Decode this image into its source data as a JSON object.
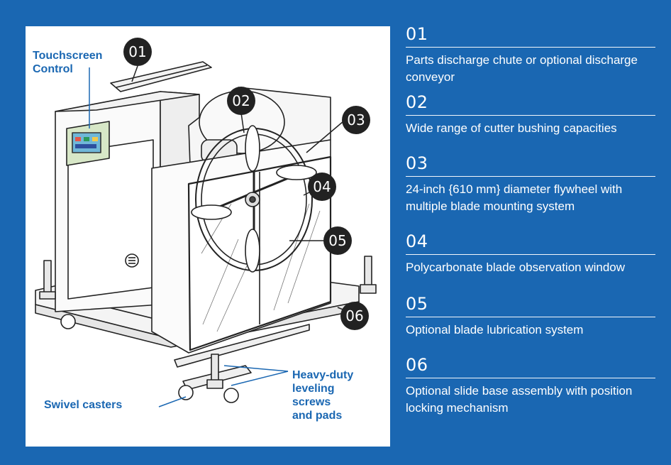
{
  "colors": {
    "background": "#1a67b2",
    "panel": "#ffffff",
    "accent_blue": "#1a67b2",
    "badge": "#222222",
    "text_white": "#ffffff"
  },
  "figure": {
    "callouts": {
      "touchscreen": "Touchscreen\nControl",
      "swivel": "Swivel casters",
      "leveling": "Heavy-duty\nleveling\nscrews\nand pads"
    },
    "badges": [
      "01",
      "02",
      "03",
      "04",
      "05",
      "06"
    ]
  },
  "features": [
    {
      "num": "01",
      "desc": "Parts discharge chute or optional discharge conveyor"
    },
    {
      "num": "02",
      "desc": "Wide range of cutter bushing capacities"
    },
    {
      "num": "03",
      "desc": "24-inch {610 mm} diameter flywheel with multiple blade mounting system"
    },
    {
      "num": "04",
      "desc": "Polycarbonate blade observation window"
    },
    {
      "num": "05",
      "desc": "Optional blade lubrication system"
    },
    {
      "num": "06",
      "desc": "Optional slide base assembly with position locking mechanism"
    }
  ]
}
